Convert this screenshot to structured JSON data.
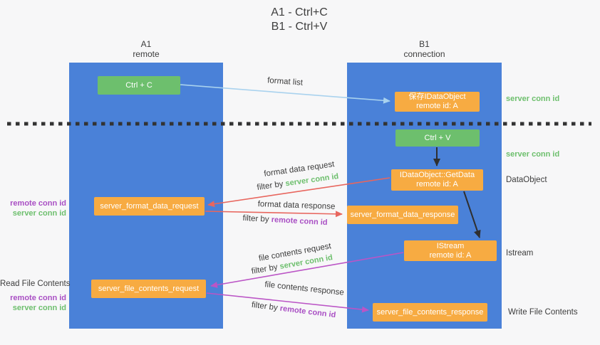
{
  "title": {
    "line1": "A1 - Ctrl+C",
    "line2": "B1 - Ctrl+V"
  },
  "lanes": {
    "a": {
      "name": "A1",
      "subtitle": "remote"
    },
    "b": {
      "name": "B1",
      "subtitle": "connection"
    }
  },
  "nodes": {
    "ctrl_c": {
      "label": "Ctrl + C"
    },
    "ctrl_v": {
      "label": "Ctrl + V"
    },
    "save_dataobject": {
      "line1": "保存IDataObject",
      "line2": "remote id: A"
    },
    "getdata": {
      "line1": "IDataObject::GetData",
      "line2": "remote id: A"
    },
    "istream": {
      "line1": "IStream",
      "line2": "remote id: A"
    },
    "format_request": {
      "label": "server_format_data_request"
    },
    "format_response": {
      "label": "server_format_data_response"
    },
    "file_request": {
      "label": "server_file_contents_request"
    },
    "file_response": {
      "label": "server_file_contents_response"
    }
  },
  "edges": {
    "format_list": {
      "label": "format list"
    },
    "format_data_request": {
      "label": "format data request",
      "filter_prefix": "filter by",
      "filter_key": "server conn id"
    },
    "format_data_response": {
      "label": "format data response",
      "filter_prefix": "filter by",
      "filter_key": "remote conn id"
    },
    "file_contents_request": {
      "label": "file contents request",
      "filter_prefix": "filter by",
      "filter_key": "server conn id"
    },
    "file_contents_response": {
      "label": "file contents response",
      "filter_prefix": "filter by",
      "filter_key": "remote conn id"
    }
  },
  "side_labels": {
    "right_server_conn_top": "server conn id",
    "right_server_conn_mid": "server conn id",
    "right_dataobject": "DataObject",
    "right_istream": "Istream",
    "right_write_file_contents": "Write File Contents",
    "left_remote_conn_top": "remote conn id",
    "left_server_conn_top": "server conn id",
    "left_read_file_contents": "Read File Contents",
    "left_remote_conn_bottom": "remote conn id",
    "left_server_conn_bottom": "server conn id"
  },
  "colors": {
    "lane_blue": "#4a81d8",
    "box_green": "#6dbf6d",
    "box_orange": "#f7ab42",
    "arrow_lightblue": "#a9d2ee",
    "arrow_black": "#2f2f2f",
    "arrow_red": "#e8665e",
    "arrow_purple": "#bb55c6",
    "text_green": "#6dbf6d",
    "text_purple": "#a94fc4",
    "separator": "#333333"
  }
}
